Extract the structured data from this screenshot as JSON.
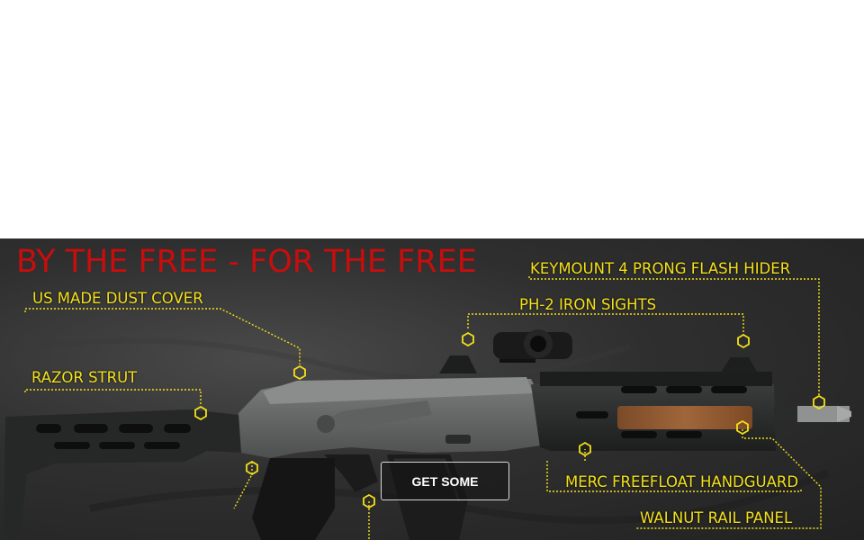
{
  "hero": {
    "slogan": "BY THE FREE - FOR THE FREE",
    "cta_label": "GET SOME",
    "product": "rifle-product-image",
    "colors": {
      "slogan": "#c80d0d",
      "callout": "#f4e01a",
      "background": "#2f2f2f"
    },
    "callouts": [
      {
        "id": "flash-hider",
        "label": "KEYMOUNT 4 PRONG FLASH HIDER"
      },
      {
        "id": "dust-cover",
        "label": "US MADE DUST COVER"
      },
      {
        "id": "iron-sights",
        "label": "PH-2 IRON SIGHTS"
      },
      {
        "id": "razor-strut",
        "label": "RAZOR STRUT"
      },
      {
        "id": "handguard",
        "label": "MERC FREEFLOAT HANDGUARD"
      },
      {
        "id": "rail-panel",
        "label": "WALNUT RAIL PANEL"
      }
    ]
  }
}
